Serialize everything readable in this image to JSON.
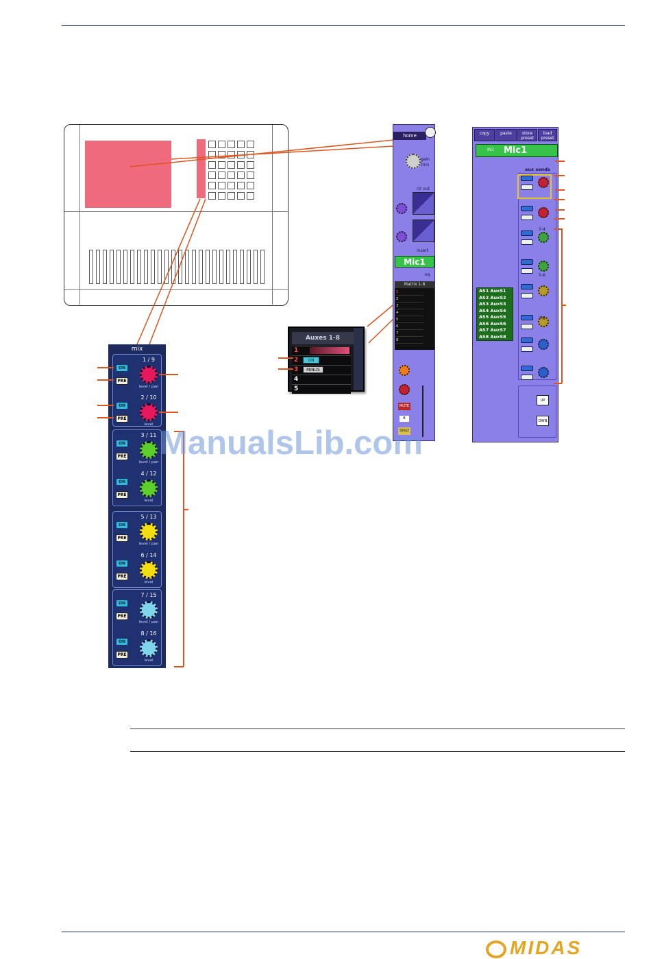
{
  "mix": {
    "title": "mix",
    "on_label": "ON",
    "pre_label": "PRE",
    "groups": [
      {
        "pair_top": "1 / 9",
        "sub_top": "level / pan",
        "pair_bottom": "2 / 10",
        "sub_bottom": "level"
      },
      {
        "pair_top": "3 / 11",
        "sub_top": "level / pan",
        "pair_bottom": "4 / 12",
        "sub_bottom": "level"
      },
      {
        "pair_top": "5 / 13",
        "sub_top": "level / pan",
        "pair_bottom": "6 / 14",
        "sub_bottom": "level"
      },
      {
        "pair_top": "7 / 15",
        "sub_top": "level / pan",
        "pair_bottom": "8 / 16",
        "sub_bottom": "level"
      }
    ],
    "knob_colors": [
      "#e8185e",
      "#e8185e",
      "#5ccf2a",
      "#5ccf2a",
      "#f2dc12",
      "#f2dc12",
      "#7fd6ec",
      "#7fd6ec"
    ]
  },
  "strip": {
    "home": "home",
    "labels": [
      "gain",
      "trim",
      "clr out",
      "insert",
      "eq"
    ],
    "name": "Mic1",
    "matrix_title": "Matrix 1-8",
    "matrix_rows": [
      "1",
      "2",
      "3",
      "4",
      "5",
      "6",
      "7",
      "8"
    ],
    "bottom_buttons": [
      "MUTE",
      "B",
      "SOLO"
    ]
  },
  "auxes": {
    "title": "Auxes 1-8",
    "rows": [
      "1",
      "2",
      "3",
      "4",
      "5"
    ],
    "on_label": "ON",
    "minus_label": "MINUS"
  },
  "panel": {
    "tabs": [
      "copy",
      "paste",
      "store preset",
      "load preset"
    ],
    "channel_id": "IN1",
    "channel_name": "Mic1",
    "section": "aux sends",
    "aux_list": [
      "AS1  AuxS1",
      "AS2  AuxS2",
      "AS3  AuxS3",
      "AS4  AuxS4",
      "AS5  AuxS5",
      "AS6  AuxS6",
      "AS7  AuxS7",
      "AS8  AuxS8"
    ],
    "pair_labels": [
      "3-4",
      "5-6",
      "7-8"
    ],
    "up": "UP",
    "down": "DWN"
  },
  "watermark": "ManualsLib.com",
  "brand": "MIDAS"
}
